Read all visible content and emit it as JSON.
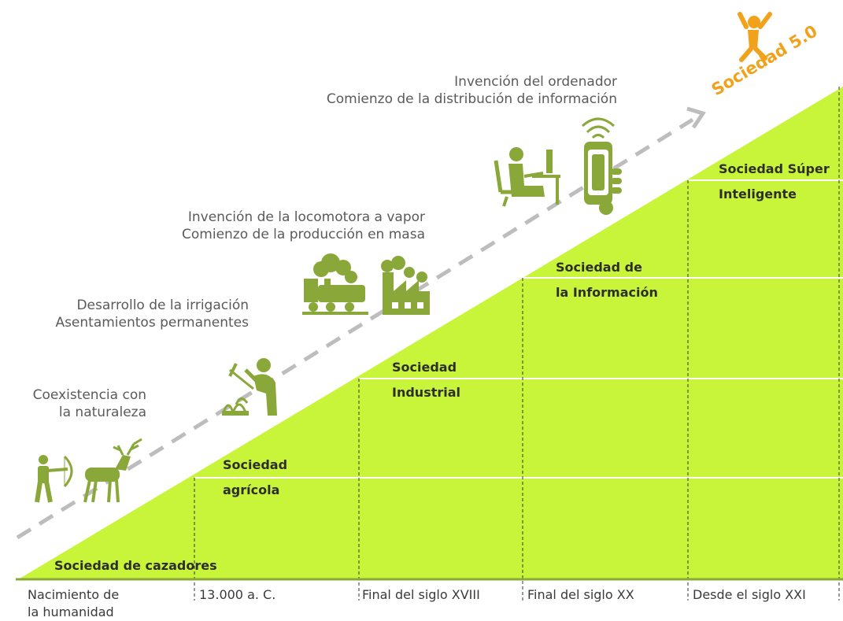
{
  "colors": {
    "accent_green": "#c8f53a",
    "icon_green": "#8aa83a",
    "future_orange": "#f1a21a",
    "arrow_gray": "#bdbdbd"
  },
  "future": {
    "label": "Sociedad 5.0",
    "icon": "jumping-person-icon"
  },
  "descriptions": [
    {
      "line1": "Coexistencia con",
      "line2": "la naturaleza",
      "icon": "hunter-deer-icon"
    },
    {
      "line1": "Desarrollo de la irrigación",
      "line2": "Asentamientos permanentes",
      "icon": "farmer-icon"
    },
    {
      "line1": "Invención de la locomotora a vapor",
      "line2": "Comienzo de la producción en masa",
      "icon": "train-factory-icon"
    },
    {
      "line1": "Invención del ordenador",
      "line2": "Comienzo de la distribución de información",
      "icon": "computer-phone-icon"
    }
  ],
  "societies": [
    {
      "line1": "Sociedad de cazadores",
      "line2": ""
    },
    {
      "line1": "Sociedad",
      "line2": "agrícola"
    },
    {
      "line1": "Sociedad",
      "line2": "Industrial"
    },
    {
      "line1": "Sociedad de",
      "line2": "la Información"
    },
    {
      "line1": "Sociedad Súper",
      "line2": "Inteligente"
    }
  ],
  "timeline": [
    {
      "line1": "Nacimiento de",
      "line2": "la humanidad"
    },
    {
      "line1": "13.000 a. C.",
      "line2": ""
    },
    {
      "line1": "Final del siglo XVIII",
      "line2": ""
    },
    {
      "line1": "Final del siglo XX",
      "line2": ""
    },
    {
      "line1": "Desde el siglo XXI",
      "line2": ""
    }
  ]
}
